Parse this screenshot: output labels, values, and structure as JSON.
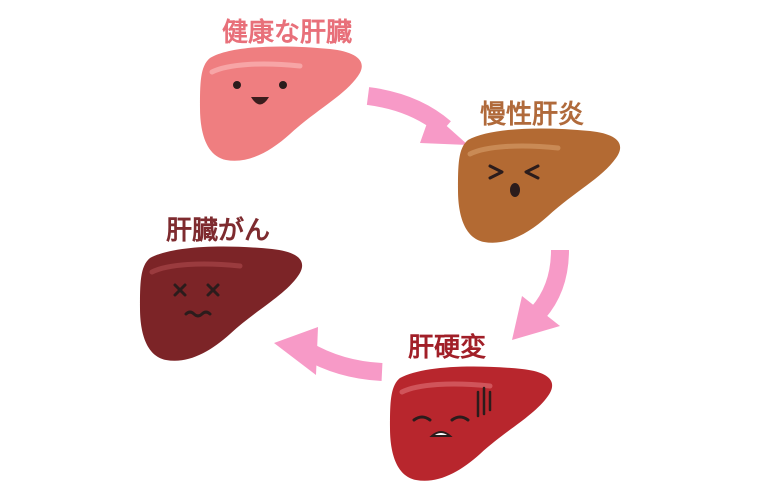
{
  "stages": {
    "healthy": {
      "label": "健康な肝臓",
      "color": "#ef7e80",
      "text_color": "#e8707a"
    },
    "hepatitis": {
      "label": "慢性肝炎",
      "color": "#b36a33",
      "text_color": "#b06a3b"
    },
    "cirrhosis": {
      "label": "肝硬変",
      "color": "#b8262d",
      "text_color": "#a11f28"
    },
    "cancer": {
      "label": "肝臓がん",
      "color": "#7c2427",
      "text_color": "#7e2b2f"
    }
  },
  "arrow_color": "#f79ac7"
}
